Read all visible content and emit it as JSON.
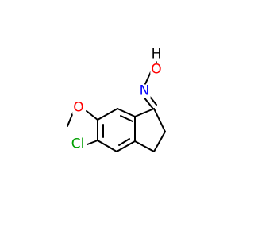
{
  "molecule": {
    "atoms": {
      "hydrogen": {
        "symbol": "H",
        "color": "#000000"
      },
      "oxygen_oxime": {
        "symbol": "O",
        "color": "#ff0000"
      },
      "nitrogen": {
        "symbol": "N",
        "color": "#0000ff"
      },
      "oxygen_methoxy": {
        "symbol": "O",
        "color": "#ff0000"
      },
      "chlorine": {
        "symbol": "Cl",
        "color": "#00a000"
      }
    }
  }
}
